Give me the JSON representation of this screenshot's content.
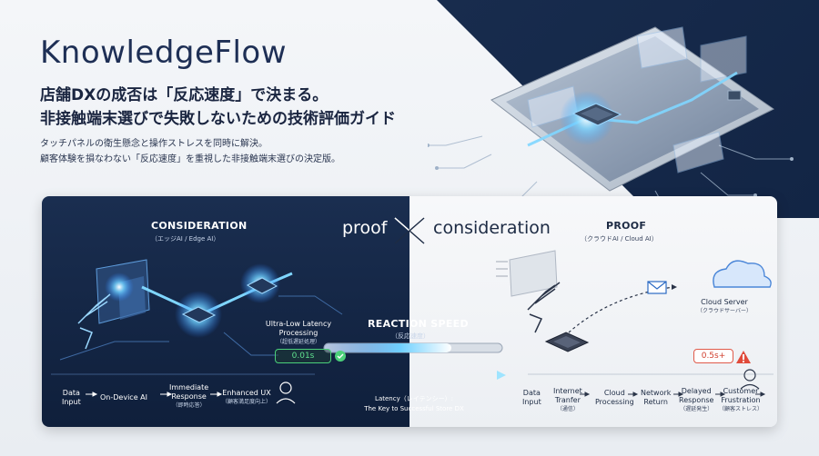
{
  "brand": "KnowledgeFlow",
  "headline": {
    "line1": "店舗DXの成否は「反応速度」で決まる。",
    "line2": "非接触端末選びで失敗しないための技術評価ガイド"
  },
  "subtext": {
    "line1": "タッチパネルの衛生懸念と操作ストレスを同時に解決。",
    "line2": "顧客体験を損なわない「反応速度」を重視した非接触端末選びの決定版。"
  },
  "comparison": {
    "left_word": "proof",
    "separator": "X",
    "right_word": "consideration"
  },
  "consideration": {
    "title": "CONSIDERATION",
    "subtitle": "（エッジAI / Edge AI）",
    "latency_label_1": "Ultra-Low Latency",
    "latency_label_2": "Processing",
    "latency_label_jp": "（超低遅延処理）",
    "latency_value": "0.01s",
    "flow": [
      {
        "l1": "Data",
        "l2": "Input",
        "jp": ""
      },
      {
        "l1": "On-Device AI",
        "l2": "",
        "jp": ""
      },
      {
        "l1": "Immediate",
        "l2": "Response",
        "jp": "（即時応答）"
      },
      {
        "l1": "Enhanced UX",
        "l2": "",
        "jp": "（顧客満足度向上）"
      }
    ]
  },
  "proof": {
    "title": "PROOF",
    "subtitle": "（クラウドAI / Cloud AI）",
    "cloud_label": "Cloud Server",
    "cloud_label_jp": "（クラウドサーバー）",
    "latency_value": "0.5s+",
    "flow": [
      {
        "l1": "Data",
        "l2": "Input",
        "jp": ""
      },
      {
        "l1": "Internet",
        "l2": "Tranfer",
        "jp": "（通信）"
      },
      {
        "l1": "Cloud",
        "l2": "Processing",
        "jp": ""
      },
      {
        "l1": "Network",
        "l2": "Return",
        "jp": ""
      },
      {
        "l1": "Delayed",
        "l2": "Response",
        "jp": "（遅延発生）"
      },
      {
        "l1": "Customer",
        "l2": "Frustration",
        "jp": "（顧客ストレス）"
      }
    ]
  },
  "reaction": {
    "title": "REACTION SPEED",
    "subtitle": "（反応速度）",
    "caption_1": "Latency（レイテンシー）:",
    "caption_2": "The Key to Successful Store DX"
  },
  "colors": {
    "navy": "#1a2e50",
    "accent_cyan": "#5ec8ff",
    "success_green": "#4bd07a",
    "alert_red": "#e05a4a"
  },
  "icons": [
    "hand-icon",
    "chip-icon",
    "user-icon",
    "cloud-icon",
    "envelope-icon",
    "warning-icon",
    "check-icon"
  ]
}
